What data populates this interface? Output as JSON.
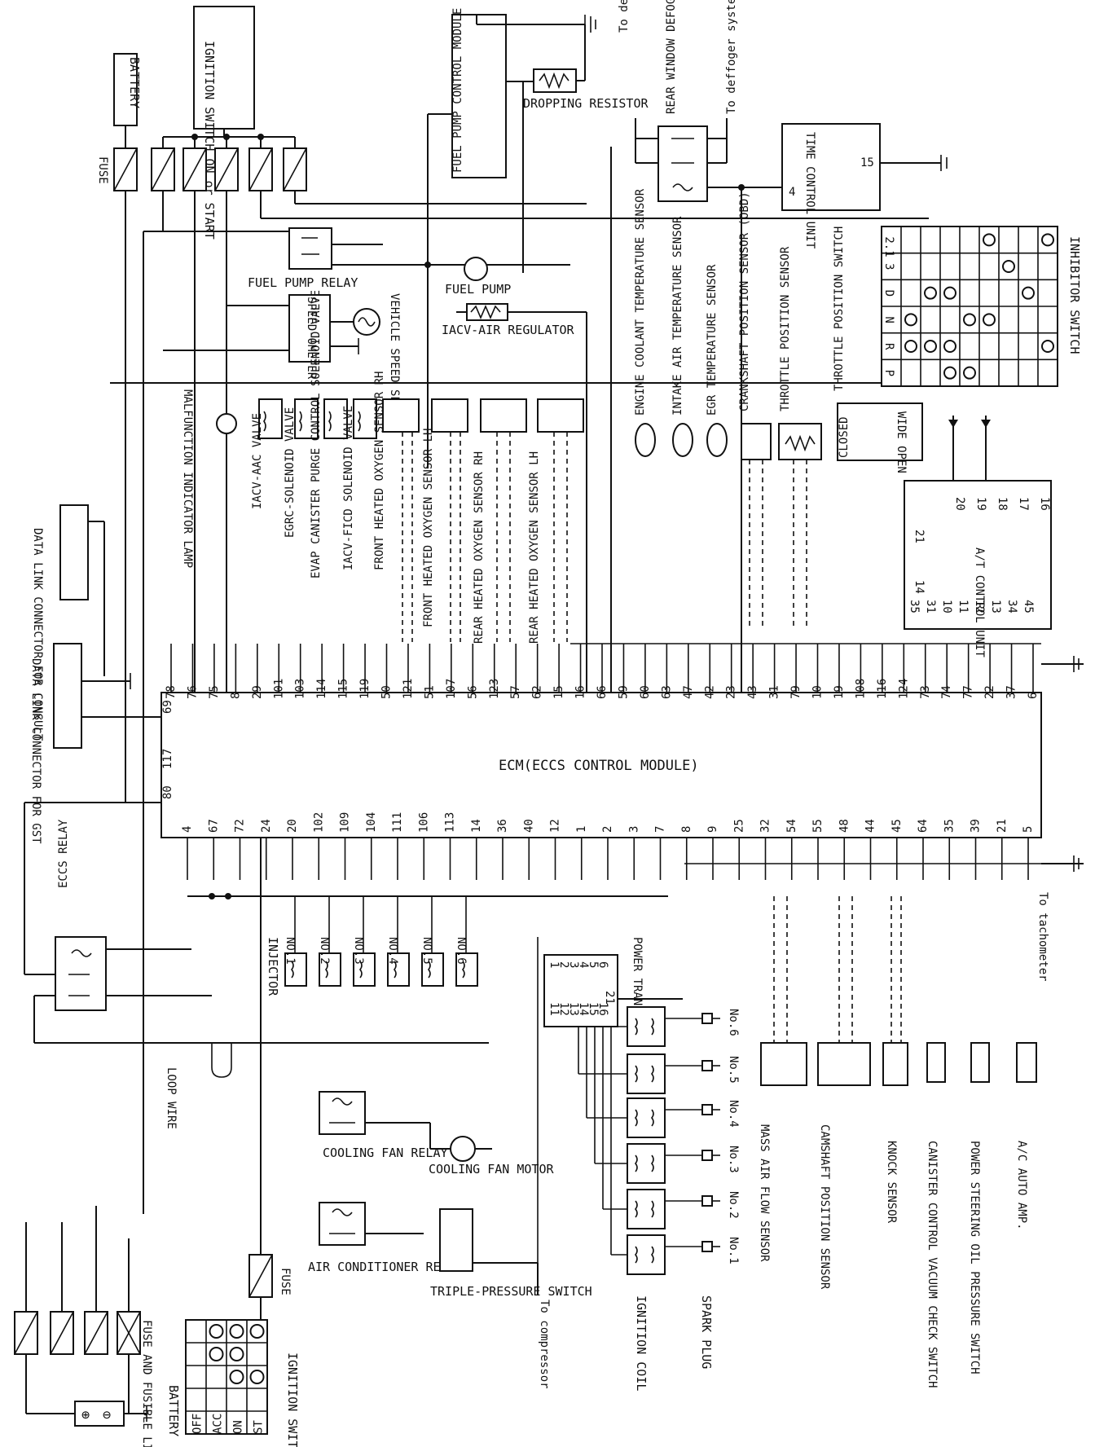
{
  "ecm": {
    "title": "ECM(ECCS CONTROL MODULE)"
  },
  "ecm_pins_top": [
    "78",
    "76",
    "75",
    "8",
    "29",
    "101",
    "103",
    "114",
    "115",
    "119",
    "50",
    "121",
    "51",
    "107",
    "56",
    "123",
    "57",
    "62",
    "15",
    "16",
    "66",
    "59",
    "60",
    "63",
    "47",
    "42",
    "23",
    "43",
    "31",
    "79",
    "10",
    "19",
    "108",
    "116",
    "124",
    "73",
    "74",
    "77",
    "22",
    "37",
    "6"
  ],
  "ecm_pins_left": [
    "69",
    "117",
    "80"
  ],
  "ecm_pins_bottom": [
    "4",
    "67",
    "72",
    "24",
    "20",
    "102",
    "109",
    "104",
    "111",
    "106",
    "113",
    "14",
    "36",
    "40",
    "12",
    "1",
    "2",
    "3",
    "7",
    "8",
    "9",
    "25",
    "32",
    "54",
    "55",
    "48",
    "44",
    "45",
    "64",
    "35",
    "39",
    "21",
    "5"
  ],
  "power": {
    "battery": "BATTERY",
    "ignition_on_start": "IGNITION SWITCH ON or START",
    "fuse": "FUSE",
    "fuse_and_link": "FUSE AND FUSIBLE LINK",
    "ignition_switch": "IGNITION SWITCH",
    "ign_positions": [
      "OFF",
      "ACC",
      "ON",
      "ST"
    ]
  },
  "top_components": {
    "fuel_pump_relay": "FUEL PUMP RELAY",
    "fpcm": "FUEL PUMP CONTROL MODULE (FPCM)",
    "dropping_resistor": "DROPPING RESISTOR",
    "fuel_pump": "FUEL PUMP",
    "iacv_air_regulator": "IACV-AIR REGULATOR",
    "speedometer": "SPEED-OMETER",
    "vehicle_speed_sensor": "VEHICLE SPEED SENSOR",
    "to_defogger_1": "To deffoger system",
    "to_defogger_2": "To deffoger system",
    "rear_window_defogger_relay": "REAR WINDOW DEFOGGER RELAY",
    "time_control_unit": "TIME CONTROL UNIT",
    "tcu_pin_4": "4",
    "tcu_pin_15": "15"
  },
  "mid_components": {
    "mil": "MALFUNCTION INDICATOR LAMP",
    "iacv_aac": "IACV-AAC VALVE",
    "egrc": "EGRC-SOLENOID VALVE",
    "evap": "EVAP CANISTER PURGE CONTROL SOLENOID VALVE",
    "ficd": "IACV-FICD SOLENOID VALVE",
    "front_rh": "FRONT HEATED OXYGEN SENSOR RH",
    "front_lh": "FRONT HEATED OXYGEN SENSOR LH",
    "rear_rh": "REAR HEATED OXYGEN SENSOR RH",
    "rear_lh": "REAR HEATED OXYGEN SENSOR LH",
    "ect": "ENGINE COOLANT TEMPERATURE SENSOR",
    "iat": "INTAKE AIR TEMPERATURE SENSOR",
    "egr_temp": "EGR TEMPERATURE SENSOR",
    "ckp": "CRANKSHAFT POSITION SENSOR (OBD)",
    "tps": "THROTTLE POSITION SENSOR",
    "tp_switch": "THROTTLE POSITION SWITCH",
    "closed": "CLOSED",
    "wide_open": "WIDE OPEN",
    "inhibitor_switch": "INHIBITOR SWITCH",
    "inhibitor_positions": [
      "P",
      "R",
      "N",
      "D",
      "3",
      "2.1"
    ],
    "at_control_unit": "A/T CONTROL UNIT",
    "atcu_pins_top": [
      "20",
      "19",
      "18",
      "17",
      "16"
    ],
    "atcu_pins_mid": [
      "21",
      "14"
    ],
    "atcu_pins_bottom": [
      "35",
      "31",
      "10",
      "11",
      "12",
      "13",
      "34",
      "45"
    ]
  },
  "left_components": {
    "dlc_consult": "DATA LINK CONNECTOR FOR CONSULT",
    "dlc_gst": "DATA LINK CONNECTOR FOR GST",
    "eccs_relay": "ECCS RELAY",
    "loop_wire": "LOOP WIRE"
  },
  "bottom_components": {
    "injector": "INJECTOR",
    "injectors": [
      "NO.1",
      "NO.2",
      "NO.3",
      "NO.4",
      "NO.5",
      "NO.6"
    ],
    "power_transistor": "POWER TRANSISTOR UNIT",
    "pt_pins_top": [
      "1",
      "2",
      "3",
      "4",
      "5",
      "6"
    ],
    "pt_pins_bottom": [
      "11",
      "12",
      "13",
      "14",
      "15",
      "16"
    ],
    "pt_pin_21": "21",
    "cooling_fan_relay": "COOLING FAN RELAY",
    "cooling_fan_motor": "COOLING FAN MOTOR",
    "ac_relay": "AIR CONDITIONER RELAY",
    "triple_switch": "TRIPLE-PRESSURE SWITCH",
    "to_compressor": "To compressor",
    "ignition_coil": "IGNITION COIL",
    "spark_plug": "SPARK PLUG",
    "plug_numbers": [
      "No.1",
      "No.2",
      "No.3",
      "No.4",
      "No.5",
      "No.6"
    ],
    "maf": "MASS AIR FLOW SENSOR",
    "cmp": "CAMSHAFT POSITION SENSOR",
    "knock": "KNOCK SENSOR",
    "canister_switch": "CANISTER CONTROL VACUUM CHECK SWITCH",
    "ps_switch": "POWER STEERING OIL PRESSURE SWITCH",
    "ac_amp": "A/C AUTO AMP.",
    "to_tachometer": "To tachometer"
  }
}
